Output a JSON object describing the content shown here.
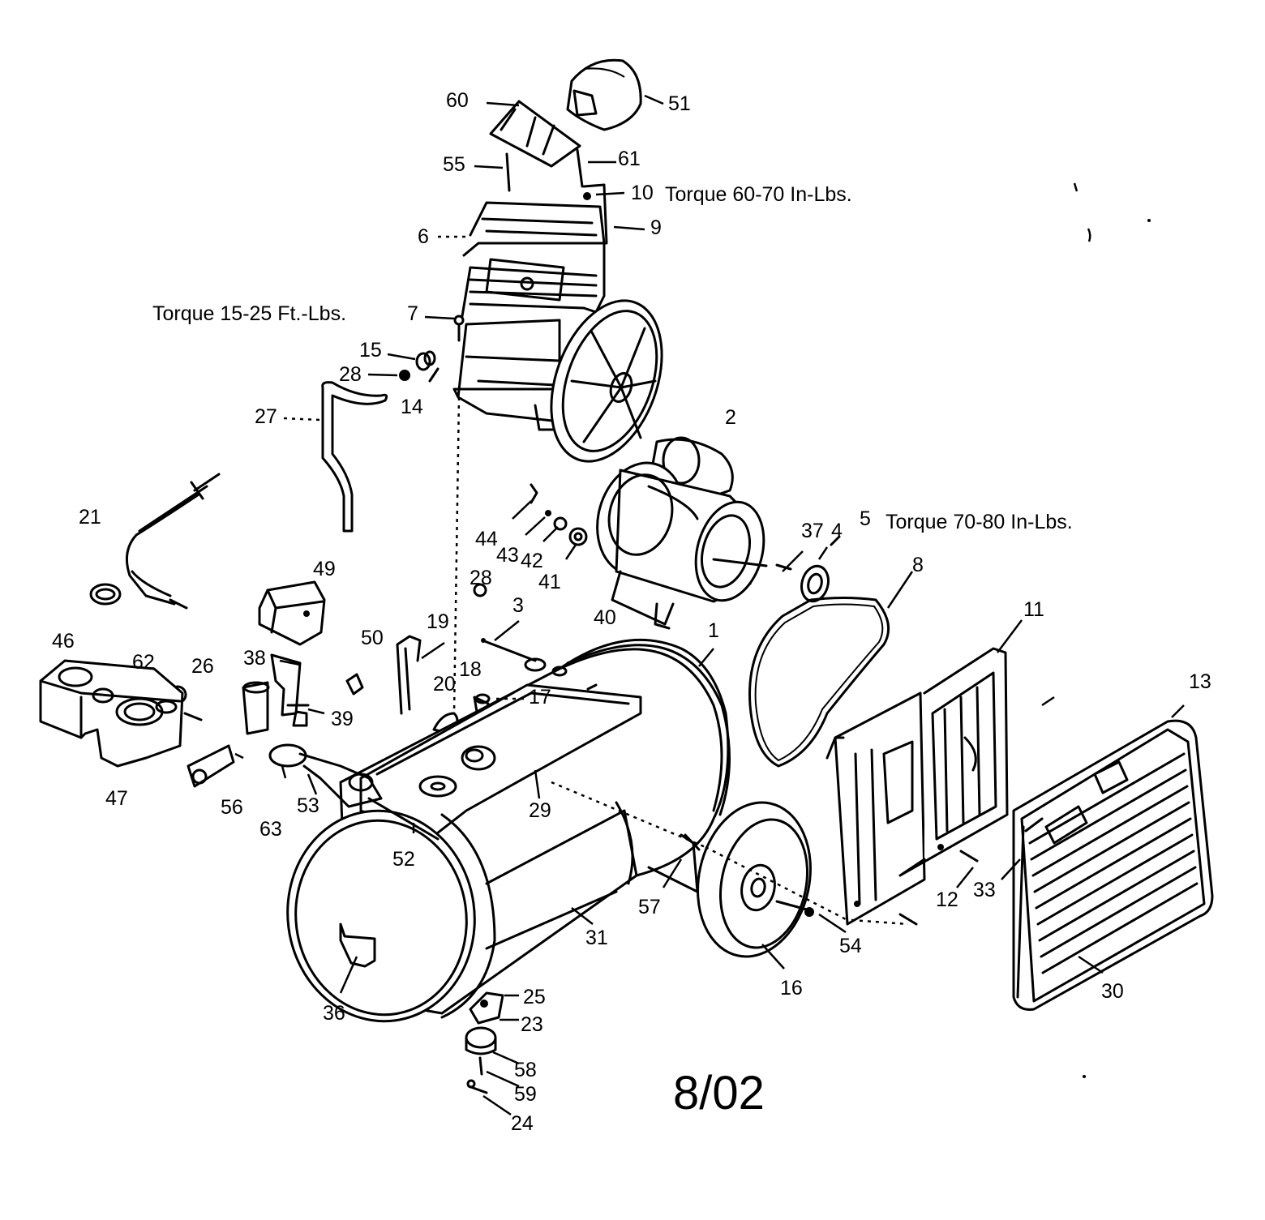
{
  "date_code": "8/02",
  "callouts": {
    "p60": "60",
    "p51": "51",
    "p55": "55",
    "p61": "61",
    "p10": "10",
    "p10_note": "Torque 60-70 In-Lbs.",
    "p6": "6",
    "p9": "9",
    "p7_note": "Torque 15-25 Ft.-Lbs.",
    "p7": "7",
    "p15": "15",
    "p28a": "28",
    "p14": "14",
    "p27": "27",
    "p2": "2",
    "p21": "21",
    "p44": "44",
    "p43": "43",
    "p42": "42",
    "p41": "41",
    "p37": "37",
    "p4": "4",
    "p5": "5",
    "p5_note": "Torque 70-80 In-Lbs.",
    "p8": "8",
    "p46": "46",
    "p49": "49",
    "p28b": "28",
    "p3": "3",
    "p40": "40",
    "p1": "1",
    "p11": "11",
    "p19": "19",
    "p50": "50",
    "p38": "38",
    "p62": "62",
    "p26": "26",
    "p18": "18",
    "p20": "20",
    "p17": "17",
    "p39": "39",
    "p13": "13",
    "p47": "47",
    "p56": "56",
    "p63": "63",
    "p53": "53",
    "p29": "29",
    "p52": "52",
    "p57": "57",
    "p12": "12",
    "p33": "33",
    "p31": "31",
    "p54": "54",
    "p16": "16",
    "p30": "30",
    "p36": "36",
    "p25": "25",
    "p23": "23",
    "p58": "58",
    "p59": "59",
    "p24": "24"
  }
}
